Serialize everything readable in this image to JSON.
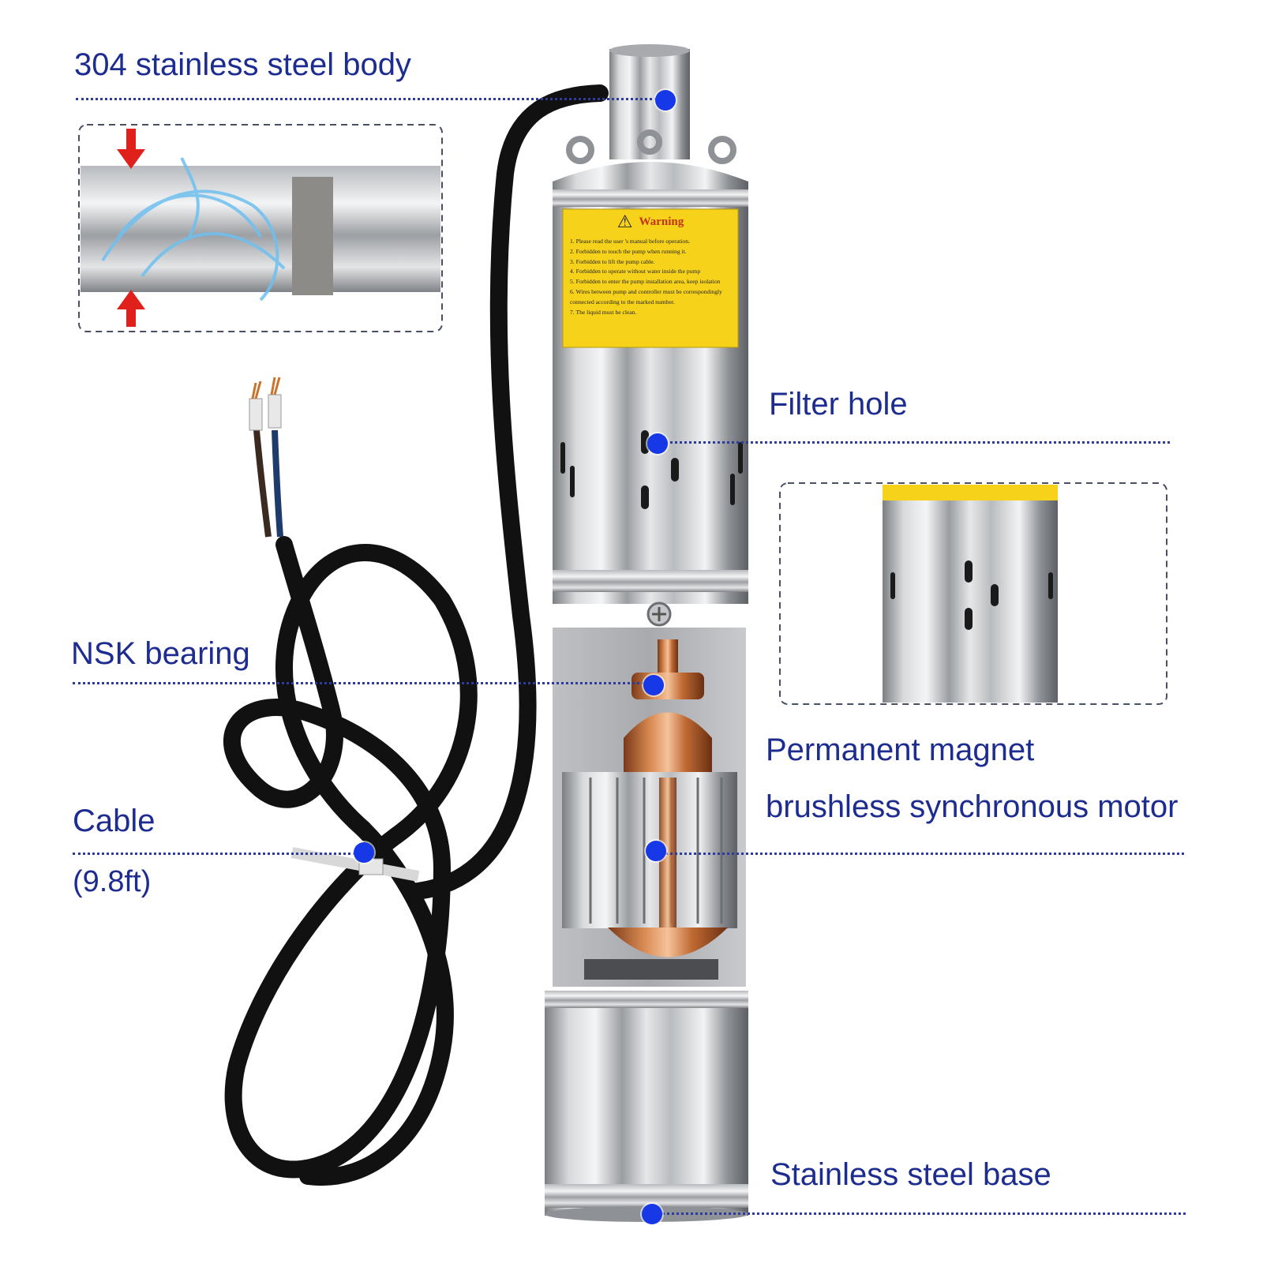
{
  "labels": {
    "body": "304 stainless steel body",
    "filter": "Filter hole",
    "bearing": "NSK bearing",
    "motor_line1": "Permanent magnet",
    "motor_line2": "brushless synchronous motor",
    "cable": "Cable",
    "cable_length": "(9.8ft)",
    "base": "Stainless steel base"
  },
  "warning_label": {
    "title": "Warning",
    "items": [
      "1. Please read the user 's manual before operation.",
      "2. Forbidden to touch the pump when running it.",
      "3. Forbidden to lift the pump cable.",
      "4. Forbidden to operate without water inside the pump",
      "5. Forbidden to enter the pump installation area, keep isolation",
      "6. Wires between pump and controller must be correspondingly",
      "   connected according to the marked number.",
      "7. The liquid must be clean."
    ]
  },
  "colors": {
    "label_text": "#1d2c8f",
    "callout_dot": "#1638e6",
    "warning_yellow": "#f6d21b",
    "arrow_red": "#e0201b",
    "cable_black": "#111111"
  },
  "icons": [
    "warning-triangle-icon",
    "red-arrow-down-icon",
    "red-arrow-up-icon"
  ]
}
